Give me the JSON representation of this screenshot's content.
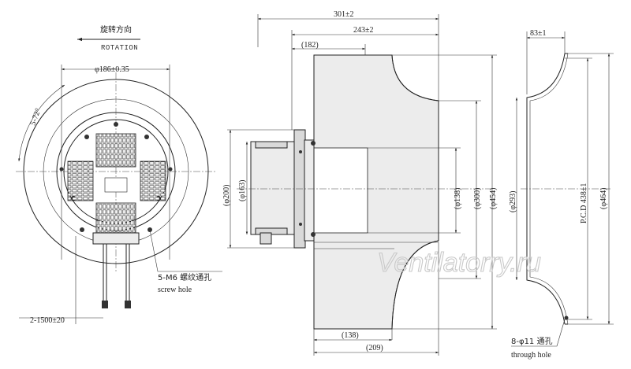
{
  "front_view": {
    "rotation_cn": "旋转方向",
    "rotation_en": "ROTATION",
    "diameter_186": "φ186±0.35",
    "angle_572": "5-72°",
    "screw_hole_cn": "5-M6 螺纹通孔",
    "screw_hole_en": "screw hole",
    "cable_length": "2-1500±20"
  },
  "side_view": {
    "overall_width": "301±2",
    "impeller_width": "243±2",
    "width_182": "(182)",
    "dia_200": "(φ200)",
    "dia_163": "(φ163)",
    "dia_138": "(φ138)",
    "dia_300": "(φ300)",
    "dia_454": "(φ454)",
    "bottom_138": "(138)",
    "bottom_209": "(209)"
  },
  "ring_view": {
    "depth": "83±1",
    "dia_293": "(φ293)",
    "pcd": "P.C.D 438±1",
    "dia_464": "(φ464)",
    "through_hole_cn": "8-φ11 通孔",
    "through_hole_en": "through hole"
  },
  "watermark": "Ventilatorry.ru"
}
